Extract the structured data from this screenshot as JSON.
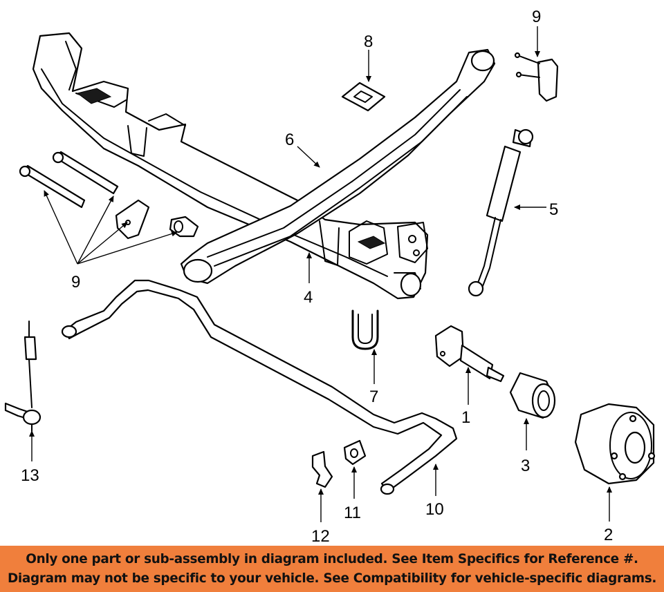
{
  "diagram": {
    "callouts": [
      "1",
      "2",
      "3",
      "4",
      "5",
      "6",
      "7",
      "8",
      "9",
      "9",
      "10",
      "11",
      "12",
      "13"
    ],
    "colors": {
      "banner": "#f07f3c",
      "line": "#000000",
      "background": "#ffffff"
    }
  },
  "notice": {
    "line1": "Only one part or sub-assembly in diagram included. See Item Specifics for Reference #.",
    "line2": "Diagram may not be specific to your vehicle. See Compatibility for vehicle-specific diagrams."
  }
}
